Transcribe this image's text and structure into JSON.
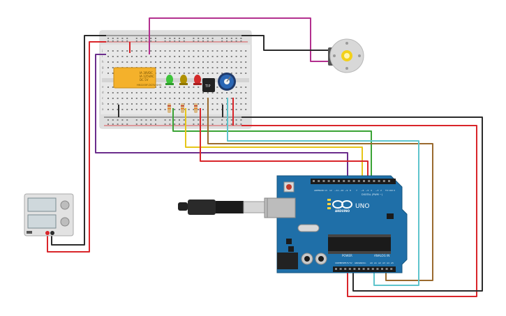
{
  "colors": {
    "wire_red": "#d9252a",
    "wire_black": "#2b2b2b",
    "wire_magenta": "#b3308f",
    "wire_purple": "#6b2d8c",
    "wire_green": "#3aa335",
    "wire_yellow": "#e6c619",
    "wire_brown": "#9a6a2e",
    "wire_cyan": "#5ec4cc",
    "arduino_blue": "#1f6fa8",
    "relay_orange": "#f4b12b",
    "led_green": "#3ec43a",
    "led_yellow": "#b09000",
    "led_red": "#d32a2a",
    "pot_blue": "#2b67b5"
  },
  "relay": {
    "line1": "IA 30VDC",
    "line2": "IA 125VAC",
    "line3": "DC 5V",
    "part": "HK4100F-DC5V-SHG"
  },
  "transistor": {
    "label": "TIP"
  },
  "arduino": {
    "brand": "ARDUINO",
    "model": "UNO",
    "digital_label": "DIGITAL (PWM ~)",
    "analog_label": "ANALOG IN",
    "power_label": "POWER",
    "top_pins": [
      "AREF",
      "GND",
      "13",
      "12",
      "~11",
      "~10",
      "~9",
      "8",
      "7",
      "~6",
      "~5",
      "4",
      "~3",
      "2",
      "TX 1",
      "RX 0"
    ],
    "power_pins": [
      "IOREF",
      "RESET",
      "3.3V",
      "5V",
      "GND",
      "GND",
      "Vin"
    ],
    "analog_pins": [
      "A0",
      "A1",
      "A2",
      "A3",
      "A4",
      "A5"
    ],
    "icon": "arduino-infinity-logo"
  },
  "breadboard": {
    "row_letters_top": [
      "j",
      "i",
      "h",
      "g",
      "f"
    ],
    "row_letters_bottom": [
      "e",
      "d",
      "c",
      "b",
      "a"
    ],
    "columns": 30
  },
  "icons": [
    "dc-motor",
    "power-supply",
    "usb-cable",
    "potentiometer"
  ]
}
